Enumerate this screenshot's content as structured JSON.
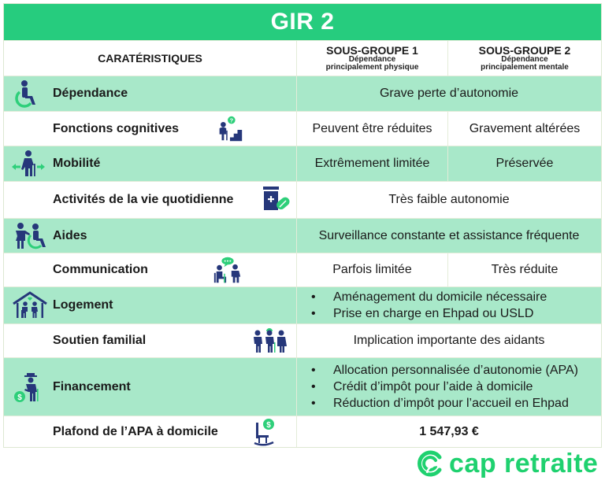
{
  "title": "GIR 2",
  "colors": {
    "title_bg": "#26cc7e",
    "row_green": "#a8e8c9",
    "icon_navy": "#26377a",
    "icon_green": "#2ecf7a",
    "logo_green": "#1fd16f"
  },
  "columns": {
    "characteristics": "CARATÉRISTIQUES",
    "subgroup1": {
      "title": "SOUS-GROUPE 1",
      "desc_line1": "Dépendance",
      "desc_line2": "principalement physique"
    },
    "subgroup2": {
      "title": "SOUS-GROUPE 2",
      "desc_line1": "Dépendance",
      "desc_line2": "principalement mentale"
    }
  },
  "rows": [
    {
      "label": "Dépendance",
      "icon": "wheelchair-icon",
      "value": "Grave perte d’autonomie"
    },
    {
      "label": "Fonctions cognitives",
      "icon": "elderly-stairs-question-icon",
      "sg1": "Peuvent être réduites",
      "sg2": "Gravement altérées"
    },
    {
      "label": "Mobilité",
      "icon": "elderly-cane-arrows-icon",
      "sg1": "Extrêmement limitée",
      "sg2": "Préservée"
    },
    {
      "label": "Activités de la vie quotidienne",
      "icon": "medicine-pill-icon",
      "value": "Très faible autonomie"
    },
    {
      "label": "Aides",
      "icon": "caregiver-wheelchair-icon",
      "value": "Surveillance constante et assistance fréquente"
    },
    {
      "label": "Communication",
      "icon": "conversation-icon",
      "sg1": "Parfois limitée",
      "sg2": "Très réduite"
    },
    {
      "label": "Logement",
      "icon": "house-family-icon",
      "bullets": [
        "Aménagement du domicile nécessaire",
        "Prise en charge en Ehpad ou USLD"
      ]
    },
    {
      "label": "Soutien familial",
      "icon": "family-icon",
      "value": "Implication importante des aidants"
    },
    {
      "label": "Financement",
      "icon": "elderly-money-icon",
      "bullets": [
        "Allocation personnalisée d’autonomie (APA)",
        "Crédit d’impôt pour l’aide à domicile",
        "Réduction d’impôt pour l’accueil en Ehpad"
      ]
    },
    {
      "label": "Plafond de l’APA à domicile",
      "icon": "rocking-chair-money-icon",
      "value": "1 547,93 €"
    }
  ],
  "logo": {
    "text": "cap retraite"
  }
}
